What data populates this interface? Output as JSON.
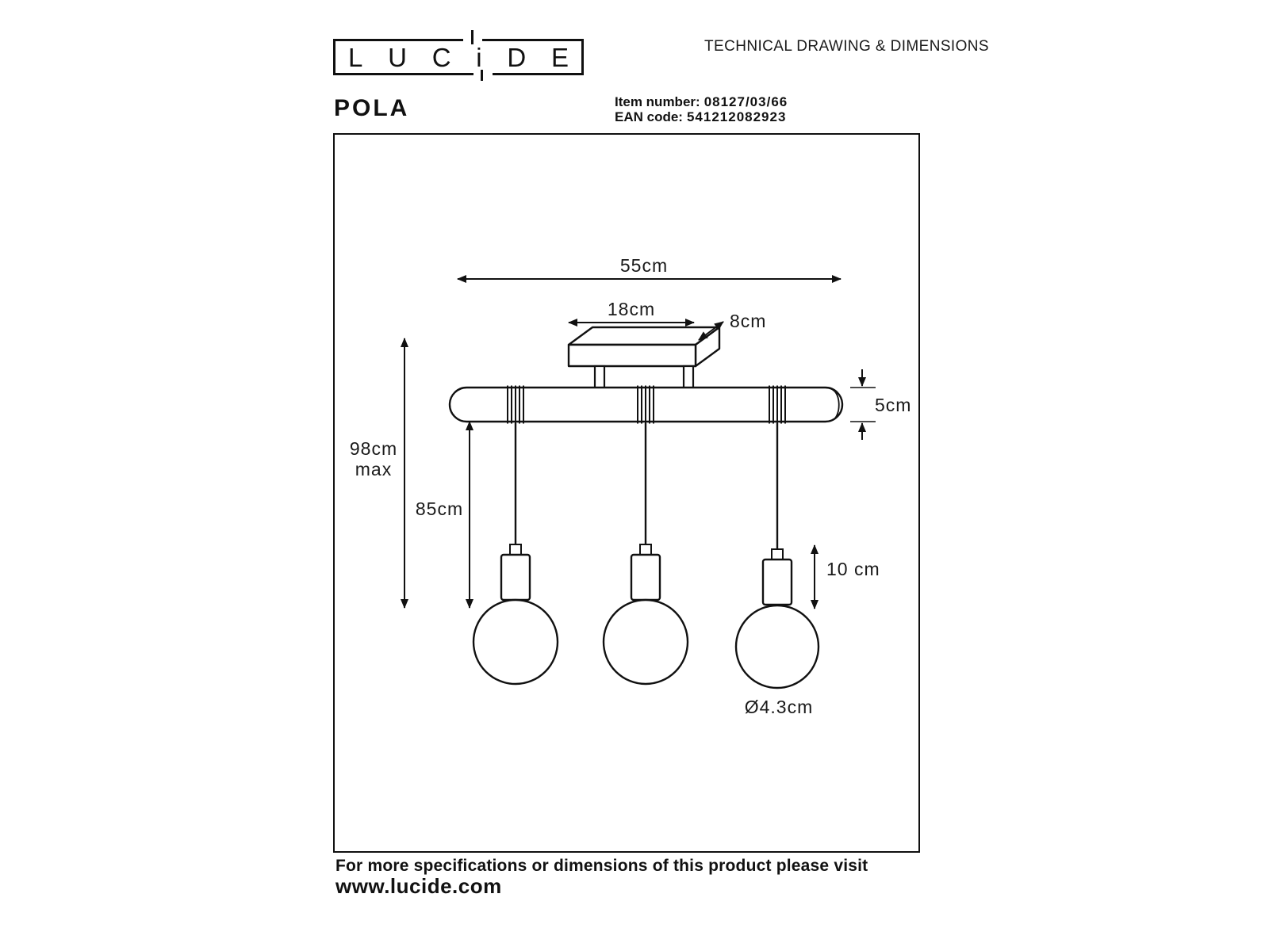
{
  "header": {
    "logo_letters": [
      "L",
      "U",
      "C",
      "i",
      "D",
      "E"
    ],
    "doc_title": "TECHNICAL DRAWING & DIMENSIONS",
    "product_name": "POLA",
    "item_number_label": "Item number:",
    "item_number_value": "08127/03/66",
    "ean_label": "EAN code:",
    "ean_value": "541212082923"
  },
  "drawing": {
    "dim_total_width": "55cm",
    "dim_plate_width": "18cm",
    "dim_plate_depth": "8cm",
    "dim_max_height": "98cm",
    "dim_max_height_suffix": "max",
    "dim_cord_length": "85cm",
    "dim_bar_height": "5cm",
    "dim_socket_height": "10 cm",
    "dim_bulb_diameter": "Ø4.3cm"
  },
  "footer": {
    "note": "For more specifications or dimensions of this product please visit",
    "website": "www.lucide.com"
  },
  "colors": {
    "ink": "#111111",
    "background": "#ffffff"
  }
}
